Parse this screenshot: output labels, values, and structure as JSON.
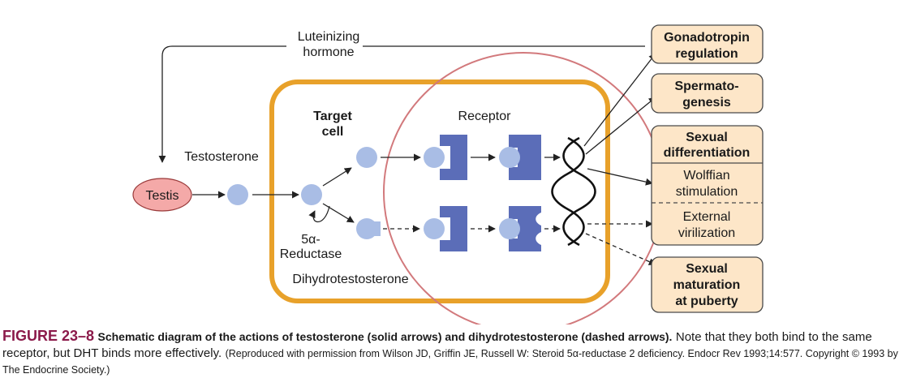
{
  "diagram": {
    "lh_label": [
      "Luteinizing",
      "hormone"
    ],
    "testis": "Testis",
    "testosterone": "Testosterone",
    "target_cell": [
      "Target",
      "cell"
    ],
    "receptor": "Receptor",
    "reductase": [
      "5α-",
      "Reductase"
    ],
    "dht": "Dihydrotestosterone",
    "outcomes": {
      "gonadotropin": [
        "Gonadotropin",
        "regulation"
      ],
      "spermatogenesis": [
        "Spermato-",
        "genesis"
      ],
      "sexual_differentiation": [
        "Sexual",
        "differentiation"
      ],
      "wolffian": [
        "Wolffian",
        "stimulation"
      ],
      "external": [
        "External",
        "virilization"
      ],
      "puberty": [
        "Sexual",
        "maturation",
        "at puberty"
      ]
    },
    "colors": {
      "cell_border": "#e8a12a",
      "nucleus_border": "#d2797c",
      "testis_fill": "#f4a9a8",
      "molecule": "#a9bde5",
      "receptor": "#5b6db8",
      "box_fill": "#fde6c8",
      "box_border": "#4a4a4a",
      "caption_accent": "#8b1a4a"
    }
  },
  "caption": {
    "figure_label": "FIGURE 23–8",
    "title": "Schematic diagram of the actions of testosterone (solid arrows) and dihydrotestosterone (dashed arrows).",
    "body": "Note that they both bind to the same receptor, but DHT binds more effectively.",
    "source": "(Reproduced with permission from Wilson JD, Griffin JE, Russell W: Steroid 5α-reductase 2 deficiency. Endocr Rev 1993;14:577. Copyright © 1993 by The Endocrine Society.)"
  }
}
